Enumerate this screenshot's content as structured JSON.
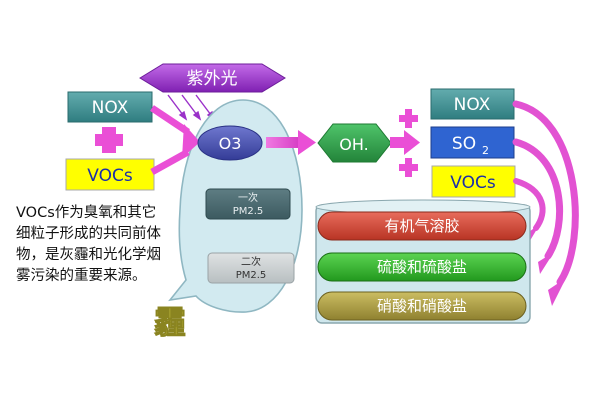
{
  "uv": {
    "label": "紫外光"
  },
  "inputs": {
    "nox": "NOX",
    "vocs": "VOCs"
  },
  "nodes": {
    "o3": "O3",
    "oh": "OH."
  },
  "cloud": {
    "primary": [
      "一次",
      "PM2.5"
    ],
    "secondary": [
      "二次",
      "PM2.5"
    ],
    "haze_char": "霾"
  },
  "outputs": {
    "nox": "NOX",
    "so2": "SO",
    "so2_sub": "2",
    "vocs": "VOCs"
  },
  "cylinder_layers": [
    "有机气溶胶",
    "硫酸和硫酸盐",
    "硝酸和硝酸盐"
  ],
  "note_lines": [
    "VOCs作为臭氧和其它",
    "细粒子形成的共同前体",
    "物，是灰霾和光化学烟",
    "雾污染的重要来源。"
  ],
  "colors": {
    "teal_box": "#3b8a8d",
    "yellow_box": "#ffff00",
    "pink": "#ea4fd6",
    "purple_banner": "#9a31c9",
    "o3_blue": "#4a53ad",
    "oh_green": "#2e9e4a",
    "cloud_fill": "#d2eaf0",
    "layer_red": "#d24a3a",
    "layer_green": "#33bb2c",
    "layer_olive": "#b0a042"
  }
}
